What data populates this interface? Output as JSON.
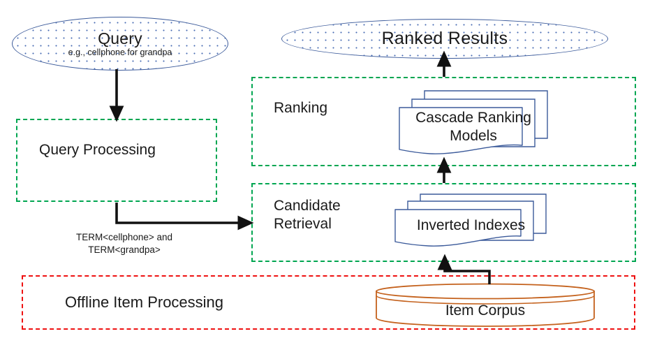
{
  "diagram": {
    "title": "Search ranking pipeline",
    "colors": {
      "ellipse_stroke": "#3b5a9a",
      "ellipse_dots": "#4a6cb3",
      "online_box_border": "#00a651",
      "offline_box_border": "#ee1111",
      "document_stroke": "#3b5a9a",
      "cylinder_stroke": "#c4611c",
      "arrow": "#111111",
      "text": "#1a1a1a",
      "background": "#ffffff"
    },
    "nodes": {
      "query": {
        "title": "Query",
        "subtitle": "e.g., cellphone for\ngrandpa",
        "shape": "ellipse"
      },
      "ranked_results": {
        "title": "Ranked Results",
        "shape": "ellipse"
      },
      "query_processing": {
        "label": "Query Processing",
        "shape": "dashed-rect-green"
      },
      "ranking": {
        "label": "Ranking",
        "shape": "dashed-rect-green"
      },
      "candidate_retrieval": {
        "label": "Candidate\nRetrieval",
        "shape": "dashed-rect-green"
      },
      "offline_item_processing": {
        "label": "Offline Item Processing",
        "shape": "dashed-rect-red"
      },
      "cascade_ranking_models": {
        "label": "Cascade Ranking\nModels",
        "shape": "stacked-document"
      },
      "inverted_indexes": {
        "label": "Inverted Indexes",
        "shape": "stacked-document"
      },
      "item_corpus": {
        "label": "Item  Corpus",
        "shape": "cylinder"
      }
    },
    "annotations": {
      "query_terms": "TERM<cellphone> and\nTERM<grandpa>"
    },
    "edges": [
      {
        "from": "query",
        "to": "query_processing",
        "style": "straight-down-arrow"
      },
      {
        "from": "query_processing",
        "to": "candidate_retrieval",
        "style": "elbow-right-arrow"
      },
      {
        "from": "candidate_retrieval",
        "to": "ranking",
        "style": "straight-up-arrow"
      },
      {
        "from": "ranking",
        "to": "ranked_results",
        "style": "straight-up-arrow"
      },
      {
        "from": "item_corpus",
        "to": "candidate_retrieval",
        "style": "elbow-up-arrow"
      }
    ]
  }
}
